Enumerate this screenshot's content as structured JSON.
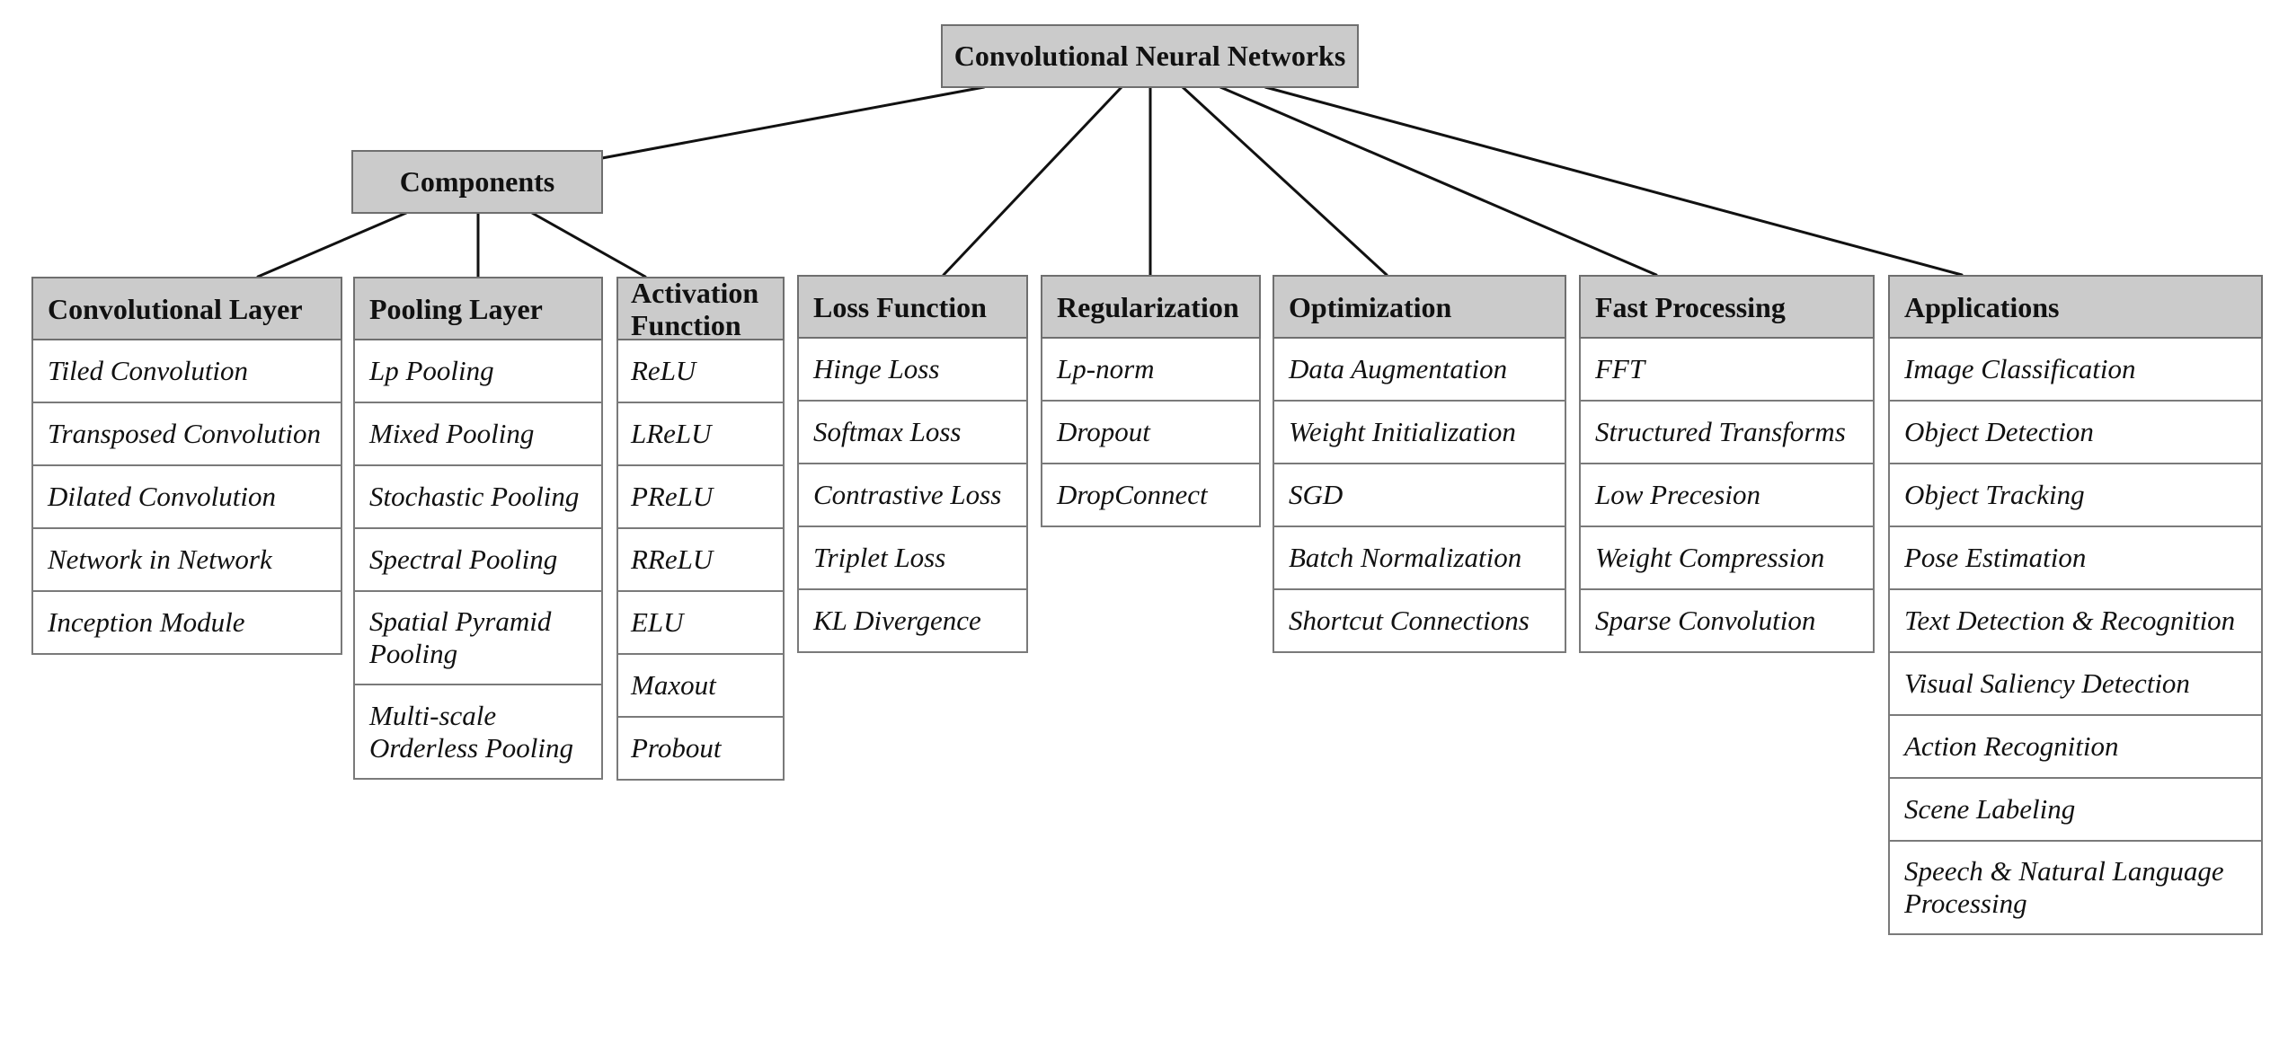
{
  "root": "Convolutional Neural Networks",
  "components": "Components",
  "columns": [
    {
      "title": "Convolutional Layer",
      "items": [
        "Tiled Convolution",
        "Transposed Convolution",
        "Dilated Convolution",
        "Network in Network",
        "Inception Module"
      ]
    },
    {
      "title": "Pooling Layer",
      "items": [
        "Lp Pooling",
        "Mixed Pooling",
        "Stochastic Pooling",
        "Spectral Pooling",
        "Spatial Pyramid Pooling",
        "Multi-scale Orderless Pooling"
      ]
    },
    {
      "title": "Activation Function",
      "items": [
        "ReLU",
        "LReLU",
        "PReLU",
        "RReLU",
        "ELU",
        "Maxout",
        "Probout"
      ]
    },
    {
      "title": "Loss Function",
      "items": [
        "Hinge Loss",
        "Softmax Loss",
        "Contrastive Loss",
        "Triplet Loss",
        "KL Divergence"
      ]
    },
    {
      "title": "Regularization",
      "items": [
        "Lp-norm",
        "Dropout",
        "DropConnect"
      ]
    },
    {
      "title": "Optimization",
      "items": [
        "Data Augmentation",
        "Weight Initialization",
        "SGD",
        "Batch Normalization",
        "Shortcut Connections"
      ]
    },
    {
      "title": "Fast Processing",
      "items": [
        "FFT",
        "Structured Transforms",
        "Low Precesion",
        "Weight Compression",
        "Sparse Convolution"
      ]
    },
    {
      "title": "Applications",
      "items": [
        "Image Classification",
        "Object Detection",
        "Object Tracking",
        "Pose Estimation",
        "Text Detection & Recognition",
        "Visual Saliency Detection",
        "Action Recognition",
        "Scene Labeling",
        "Speech & Natural Language Processing"
      ]
    }
  ]
}
